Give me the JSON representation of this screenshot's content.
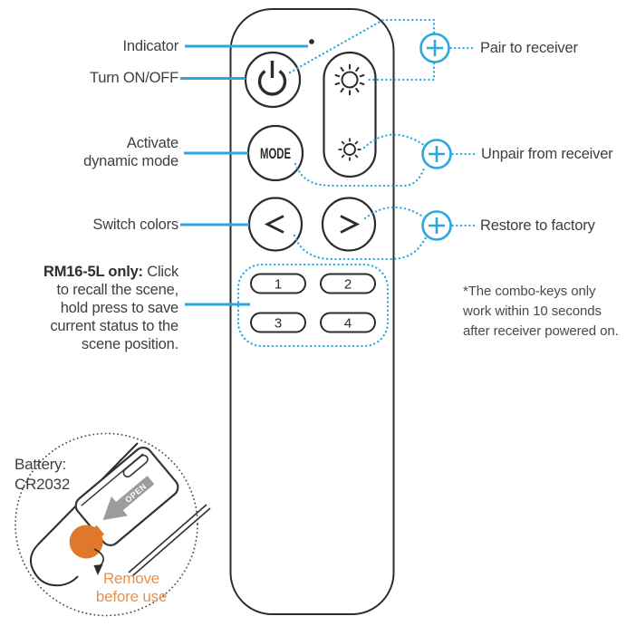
{
  "colors": {
    "callout_blue": "#29a8e0",
    "outline_ink": "#2b2b2b",
    "label_text": "#3f3f3f",
    "battery_orange": "#e0782b",
    "orange_text": "#e8914a",
    "open_arrow_gray": "#9c9c9c"
  },
  "remote": {
    "mode_button": "MODE",
    "scene_buttons": [
      "1",
      "2",
      "3",
      "4"
    ]
  },
  "callouts_left": {
    "indicator": "Indicator",
    "power": "Turn ON/OFF",
    "dynamic_line1": "Activate",
    "dynamic_line2": "dynamic mode",
    "switch_colors": "Switch colors",
    "scene_bold": "RM16-5L only:",
    "scene_line1_rest": " Click",
    "scene_lines": [
      "to recall the scene,",
      "hold press to save",
      "current status to the",
      "scene position."
    ]
  },
  "callouts_right": {
    "pair": "Pair to receiver",
    "unpair": "Unpair from receiver",
    "restore": "Restore to factory",
    "footnote_lines": [
      "*The combo-keys only",
      "work within 10 seconds",
      "after receiver powered on."
    ]
  },
  "battery_inset": {
    "label_line1": "Battery:",
    "label_line2": "CR2032",
    "open": "OPEN",
    "remove_line1": "Remove",
    "remove_line2": "before use"
  }
}
